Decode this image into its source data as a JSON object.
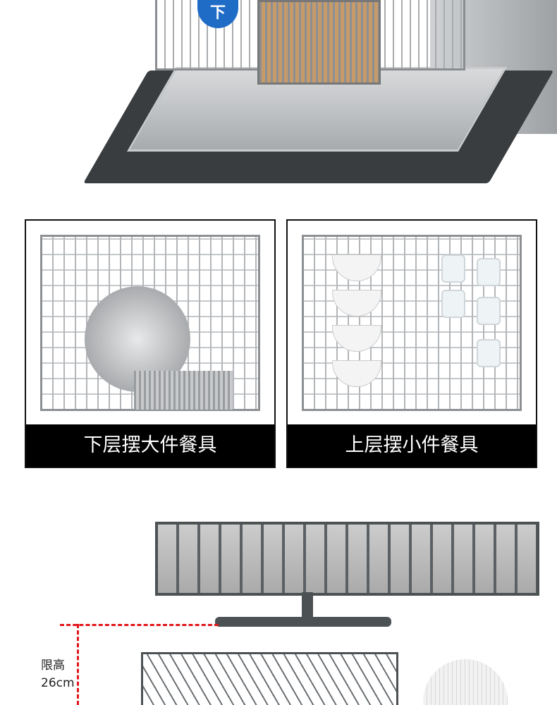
{
  "hero": {
    "badge": "下",
    "badge_color": "#1f6cc7"
  },
  "panels": [
    {
      "caption": "下层摆大件餐具"
    },
    {
      "caption": "上层摆小件餐具"
    }
  ],
  "height_limit": {
    "label": "限高",
    "value": "26cm",
    "line_color": "#e0161b"
  }
}
